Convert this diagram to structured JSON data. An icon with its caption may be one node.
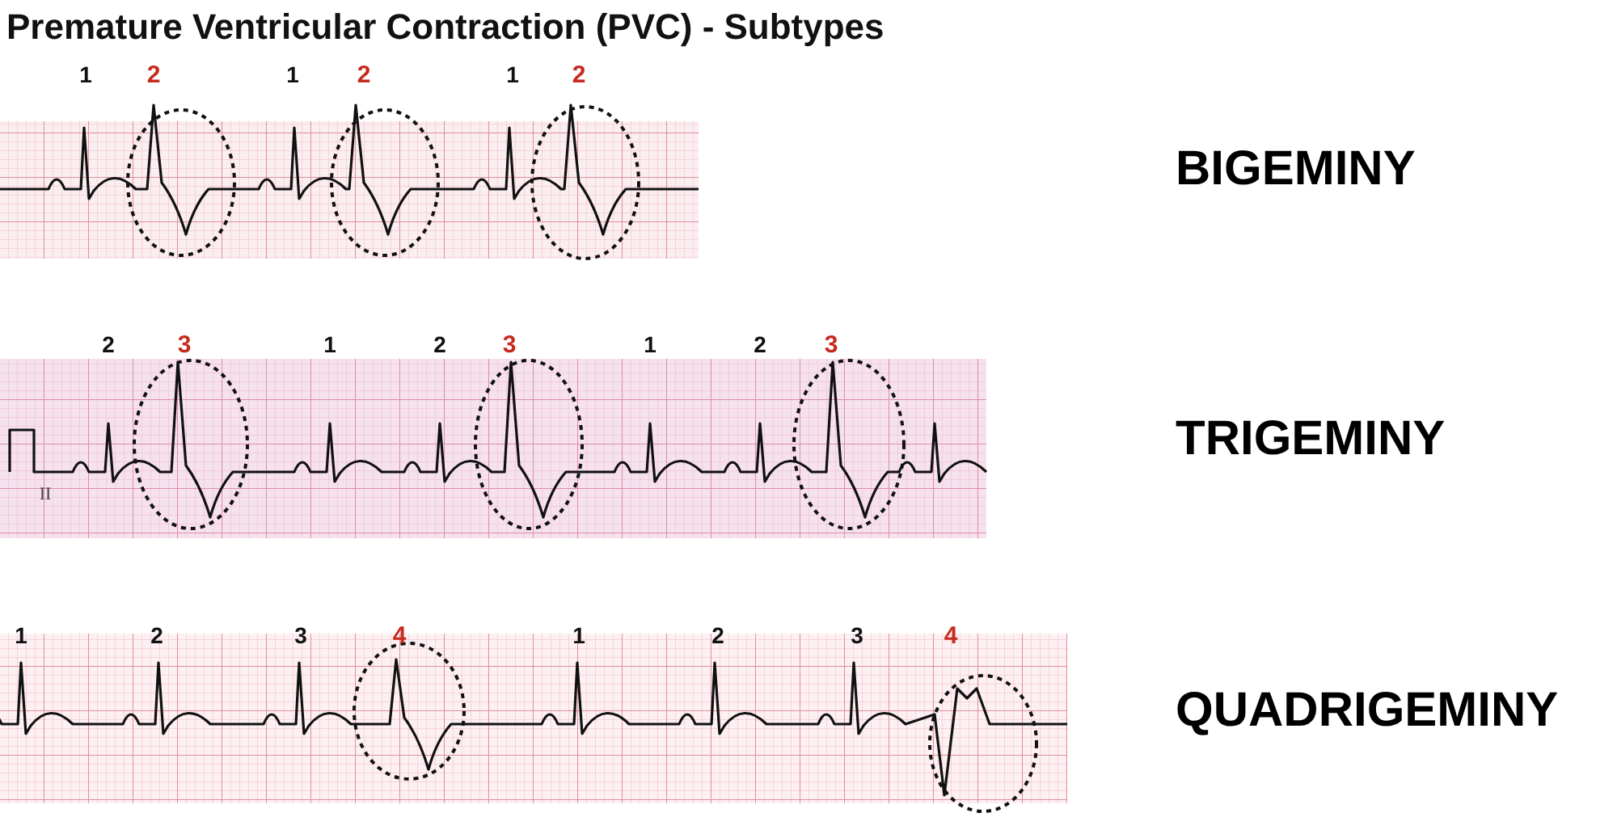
{
  "diagram": {
    "title": "Premature Ventricular Contraction (PVC) - Subtypes",
    "labels": [
      "1",
      "2",
      "1",
      "2",
      "1",
      "2",
      "BIGEMINY",
      "2",
      "3",
      "1",
      "2",
      "3",
      "1",
      "2",
      "3",
      "II",
      "TRIGEMINY",
      "1",
      "2",
      "3",
      "4",
      "1",
      "2",
      "3",
      "4",
      "QUADRIGEMINY"
    ]
  }
}
